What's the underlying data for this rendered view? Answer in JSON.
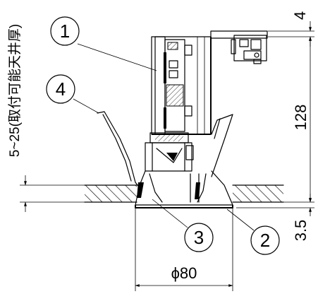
{
  "callouts": {
    "c1": "1",
    "c2": "2",
    "c3": "3",
    "c4": "4"
  },
  "dimensions": {
    "top_gap": "4",
    "body_height": "128",
    "flange_height": "3.5",
    "diameter": "ϕ80",
    "ceiling_thickness": "5~25(取付可能天井厚)"
  },
  "colors": {
    "ink": "#000000",
    "paper": "#ffffff"
  }
}
